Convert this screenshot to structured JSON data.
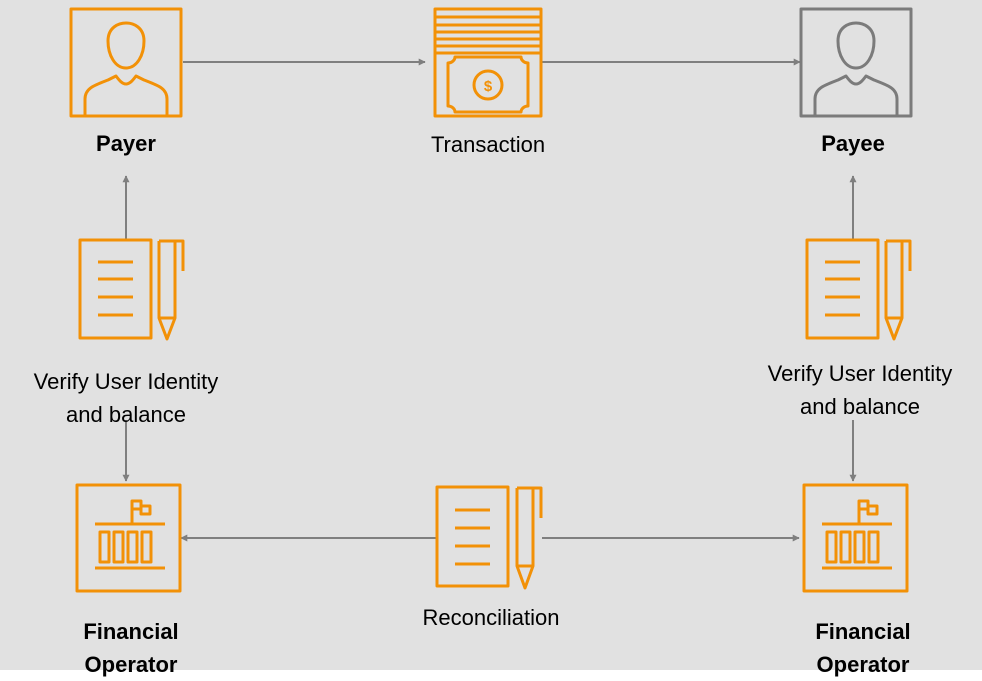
{
  "colors": {
    "background": "#e1e1e1",
    "accent": "#f29107",
    "gray_icon": "#7b7b7b",
    "arrow": "#7f7f7f",
    "text": "#000000"
  },
  "nodes": {
    "payer": {
      "label": "Payer",
      "icon": "user-icon"
    },
    "transaction": {
      "label": "Transaction",
      "icon": "money-icon",
      "currency_symbol": "$"
    },
    "payee": {
      "label": "Payee",
      "icon": "user-icon"
    },
    "verify_left": {
      "line1": "Verify User Identity",
      "line2": "and balance",
      "icon": "document-pen-icon"
    },
    "verify_right": {
      "line1": "Verify User Identity",
      "line2": "and balance",
      "icon": "document-pen-icon"
    },
    "operator_left": {
      "line1": "Financial",
      "line2": "Operator",
      "icon": "bank-icon"
    },
    "operator_right": {
      "line1": "Financial",
      "line2": "Operator",
      "icon": "bank-icon"
    },
    "reconciliation": {
      "label": "Reconciliation",
      "icon": "document-pen-icon"
    }
  }
}
